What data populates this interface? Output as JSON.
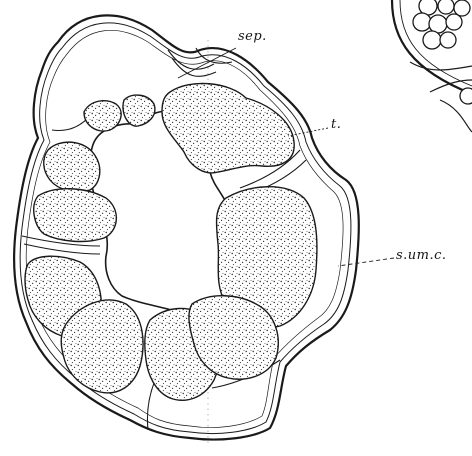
{
  "figure": {
    "labels": {
      "sep": "sep.",
      "t": "t.",
      "s_um_c": "s.um.c."
    }
  }
}
